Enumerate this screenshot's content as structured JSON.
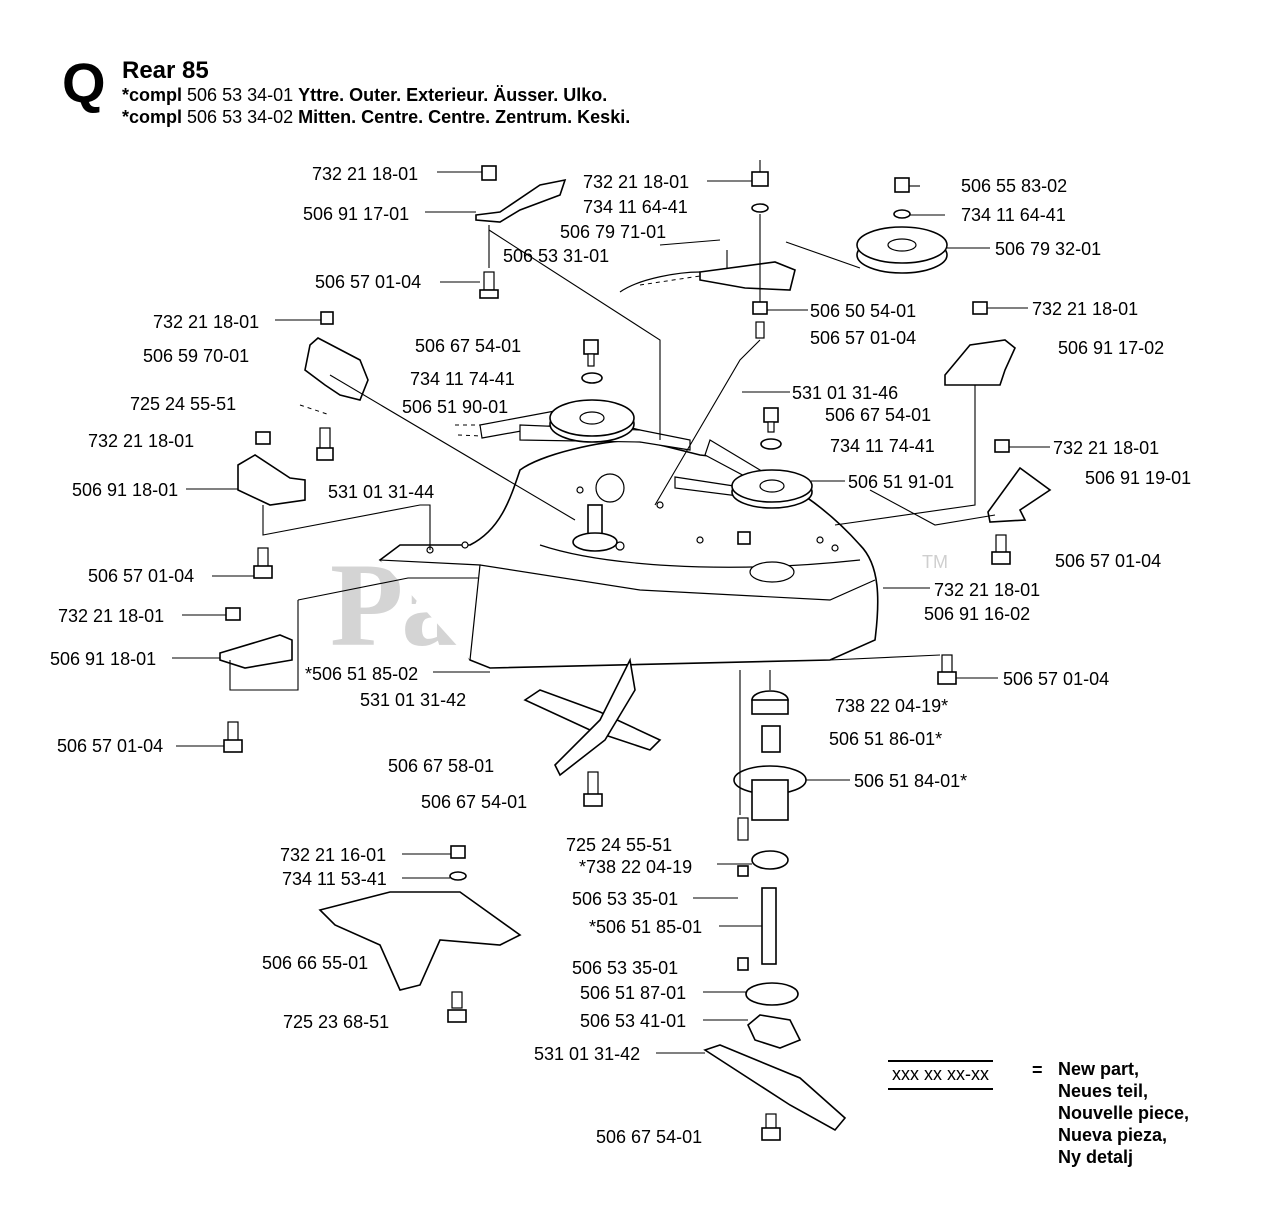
{
  "header": {
    "section_letter": "Q",
    "title": "Rear 85",
    "compl_prefix": "*compl",
    "compl_lines": [
      {
        "code": "506 53 34-01",
        "desc": "Yttre. Outer. Exterieur. Äusser. Ulko."
      },
      {
        "code": "506 53 34-02",
        "desc": "Mitten. Centre. Centre. Zentrum. Keski."
      }
    ]
  },
  "watermark": {
    "text": "PartsTree",
    "tm": "TM"
  },
  "labels": {
    "l01": "732 21 18-01",
    "l02": "506 91 17-01",
    "l03": "506 57 01-04",
    "l04": "732 21 18-01",
    "l05": "506 59 70-01",
    "l06": "725 24 55-51",
    "l07": "732 21 18-01",
    "l08": "506 91 18-01",
    "l09": "531 01 31-44",
    "l10": "506 57 01-04",
    "l11": "732 21 18-01",
    "l12": "506 91 18-01",
    "l13": "*506 51 85-02",
    "l14": "531 01 31-42",
    "l15": "506 57 01-04",
    "l16": "732 21 18-01",
    "l17": "734 11 64-41",
    "l18": "506 79 71-01",
    "l19": "506 53 31-01",
    "l20": "506 67 54-01",
    "l21": "734 11 74-41",
    "l22": "506 51 90-01",
    "l23": "506 55 83-02",
    "l24": "734 11 64-41",
    "l25": "506 79 32-01",
    "l26": "506 50 54-01",
    "l27": "506 57 01-04",
    "l28": "732 21 18-01",
    "l29": "506 91 17-02",
    "l30": "531 01 31-46",
    "l31": "506 67 54-01",
    "l32": "734 11 74-41",
    "l33": "732 21 18-01",
    "l34": "506 51 91-01",
    "l35": "506 91 19-01",
    "l36": "506 57 01-04",
    "l37": "732 21 18-01",
    "l38": "506 91 16-02",
    "l39": "506 57 01-04",
    "l40": "738 22 04-19*",
    "l41": "506 51 86-01*",
    "l42": "506 51 84-01*",
    "l43": "506 67 58-01",
    "l44": "506 67 54-01",
    "l45": "725 24 55-51",
    "l46": "*738 22 04-19",
    "l47": "506 53 35-01",
    "l48": "*506 51 85-01",
    "l49": "506 53 35-01",
    "l50": "506 51 87-01",
    "l51": "506 53 41-01",
    "l52": "531 01 31-42",
    "l53": "506 67 54-01",
    "l54": "732 21 16-01",
    "l55": "734 11 53-41",
    "l56": "506 66 55-01",
    "l57": "725 23 68-51"
  },
  "legend": {
    "code": "xxx xx xx-xx",
    "equals": "=",
    "lines": [
      "New part,",
      "Neues teil,",
      "Nouvelle piece,",
      "Nueva pieza,",
      "Ny detalj"
    ]
  }
}
